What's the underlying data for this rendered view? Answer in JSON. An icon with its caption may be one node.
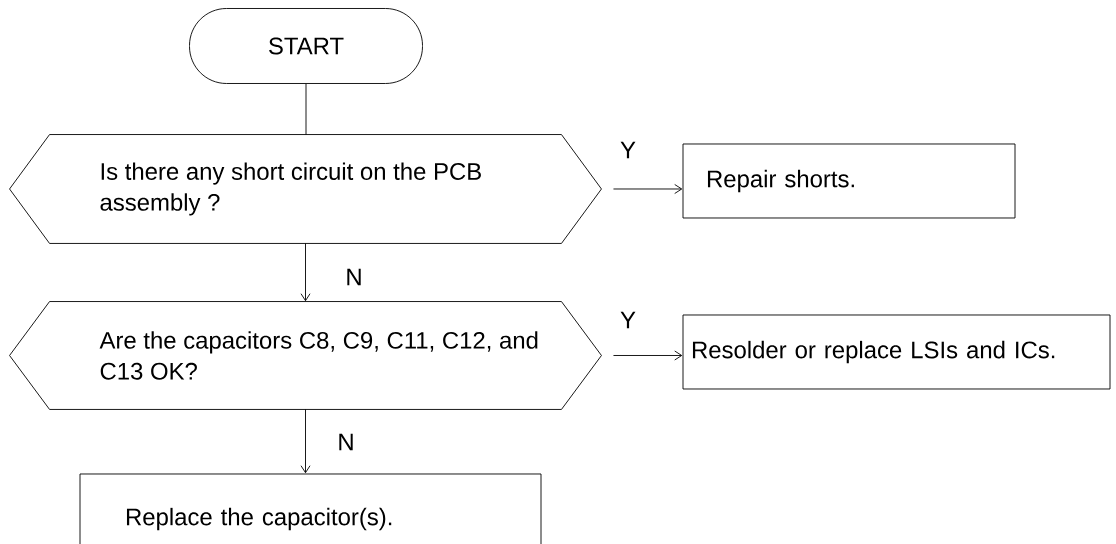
{
  "diagram": {
    "nodes": [
      {
        "text": [
          "START"
        ]
      },
      {
        "text": [
          "Is there any short circuit on the PCB assembly ?"
        ]
      },
      {
        "text": [
          "Repair shorts."
        ]
      },
      {
        "text": [
          "Are the capacitors C8, C9, C11, C12, and C13 OK?"
        ]
      },
      {
        "text": [
          "Resolder or replace LSIs and ICs."
        ]
      },
      {
        "text": [
          "Replace the capacitor(s)."
        ]
      }
    ],
    "edges": [
      {
        "from": 0,
        "to": 1,
        "arrow": "none"
      },
      {
        "from": 1,
        "to": 2,
        "arrow": "to",
        "label": "Y"
      },
      {
        "from": 1,
        "to": 3,
        "arrow": "to",
        "label": "N"
      },
      {
        "from": 3,
        "to": 4,
        "arrow": "to",
        "label": "Y"
      },
      {
        "from": 3,
        "to": 5,
        "arrow": "to",
        "label": "N"
      }
    ]
  }
}
